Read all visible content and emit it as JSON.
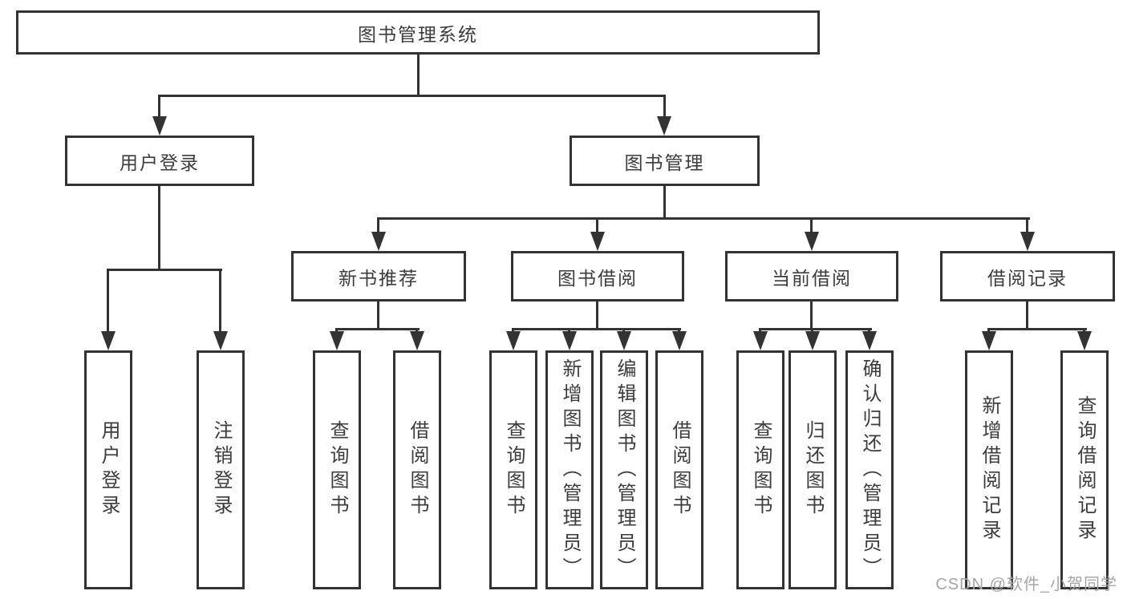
{
  "diagram": {
    "root": {
      "label": "图书管理系统"
    },
    "level2": [
      {
        "label": "用户登录"
      },
      {
        "label": "图书管理"
      }
    ],
    "level3": [
      {
        "label": "新书推荐"
      },
      {
        "label": "图书借阅"
      },
      {
        "label": "当前借阅"
      },
      {
        "label": "借阅记录"
      }
    ],
    "leaves": [
      {
        "label": "用户登录"
      },
      {
        "label": "注销登录"
      },
      {
        "label": "查询图书"
      },
      {
        "label": "借阅图书"
      },
      {
        "label": "查询图书"
      },
      {
        "label": "新增图书（管理员）"
      },
      {
        "label": "编辑图书（管理员）"
      },
      {
        "label": "借阅图书"
      },
      {
        "label": "查询图书"
      },
      {
        "label": "归还图书"
      },
      {
        "label": "确认归还（管理员）"
      },
      {
        "label": "新增借阅记录"
      },
      {
        "label": "查询借阅记录"
      }
    ],
    "hierarchy": {
      "图书管理系统": [
        "用户登录",
        "图书管理"
      ],
      "用户登录": [
        "用户登录",
        "注销登录"
      ],
      "图书管理": [
        "新书推荐",
        "图书借阅",
        "当前借阅",
        "借阅记录"
      ],
      "新书推荐": [
        "查询图书",
        "借阅图书"
      ],
      "图书借阅": [
        "查询图书",
        "新增图书（管理员）",
        "编辑图书（管理员）",
        "借阅图书"
      ],
      "当前借阅": [
        "查询图书",
        "归还图书",
        "确认归还（管理员）"
      ],
      "借阅记录": [
        "新增借阅记录",
        "查询借阅记录"
      ]
    }
  },
  "watermark": {
    "text": "CSDN @软件_小贺同学"
  },
  "colors": {
    "line": "#333333",
    "text": "#3c3c3c",
    "background": "#ffffff",
    "watermark": "#a6a6a6"
  }
}
